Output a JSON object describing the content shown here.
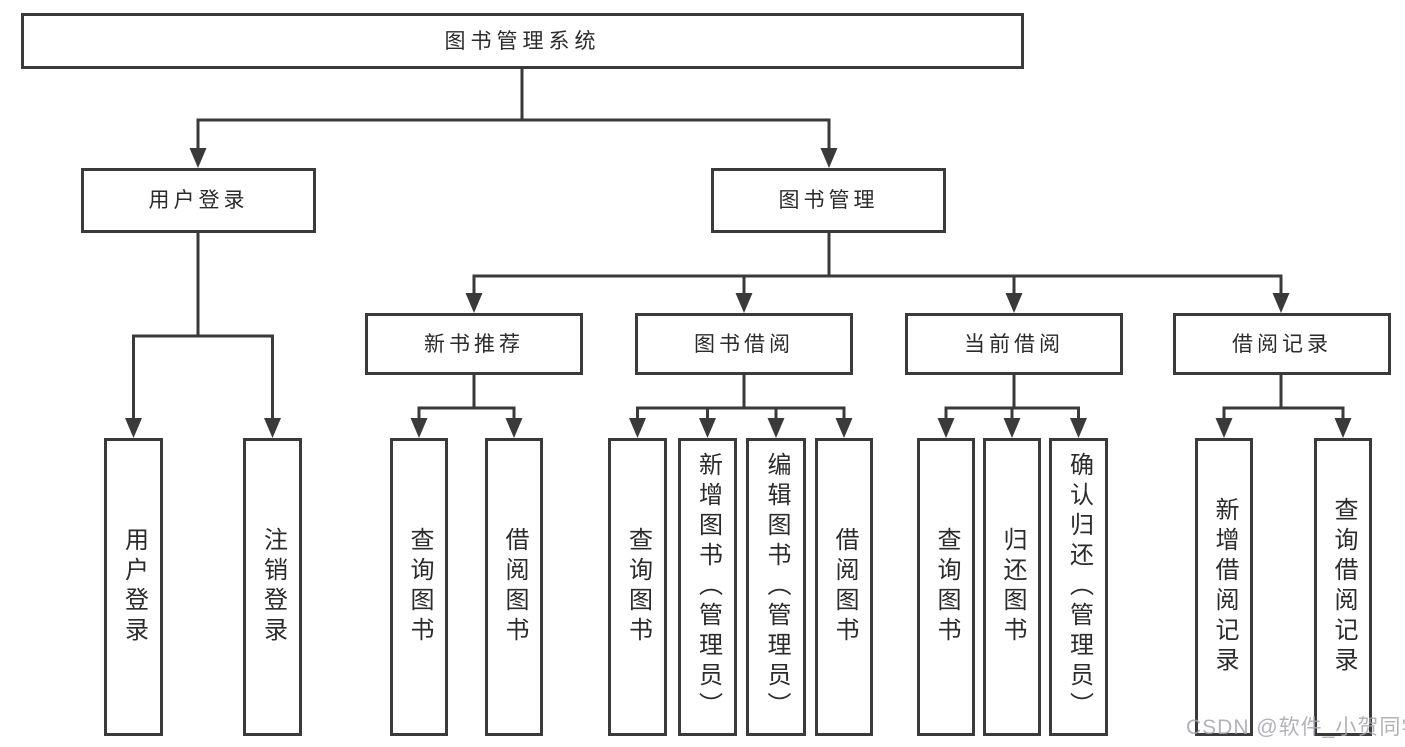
{
  "diagram": {
    "root": {
      "label": "图书管理系统"
    },
    "user_branch": {
      "label": "用户登录",
      "children": [
        {
          "label": "用户登录"
        },
        {
          "label": "注销登录"
        }
      ]
    },
    "book_branch": {
      "label": "图书管理",
      "groups": [
        {
          "label": "新书推荐",
          "children": [
            {
              "label": "查询图书"
            },
            {
              "label": "借阅图书"
            }
          ]
        },
        {
          "label": "图书借阅",
          "children": [
            {
              "label": "查询图书"
            },
            {
              "label": "新增图书（管理员）"
            },
            {
              "label": "编辑图书（管理员）"
            },
            {
              "label": "借阅图书"
            }
          ]
        },
        {
          "label": "当前借阅",
          "children": [
            {
              "label": "查询图书"
            },
            {
              "label": "归还图书"
            },
            {
              "label": "确认归还（管理员）"
            }
          ]
        },
        {
          "label": "借阅记录",
          "children": [
            {
              "label": "新增借阅记录"
            },
            {
              "label": "查询借阅记录"
            }
          ]
        }
      ]
    },
    "watermark": "CSDN @软件_小贺同学",
    "colors": {
      "line": "#3a3a3a",
      "text": "#2b2b2b",
      "watermark": "#a5a5ad",
      "background": "#ffffff"
    }
  }
}
